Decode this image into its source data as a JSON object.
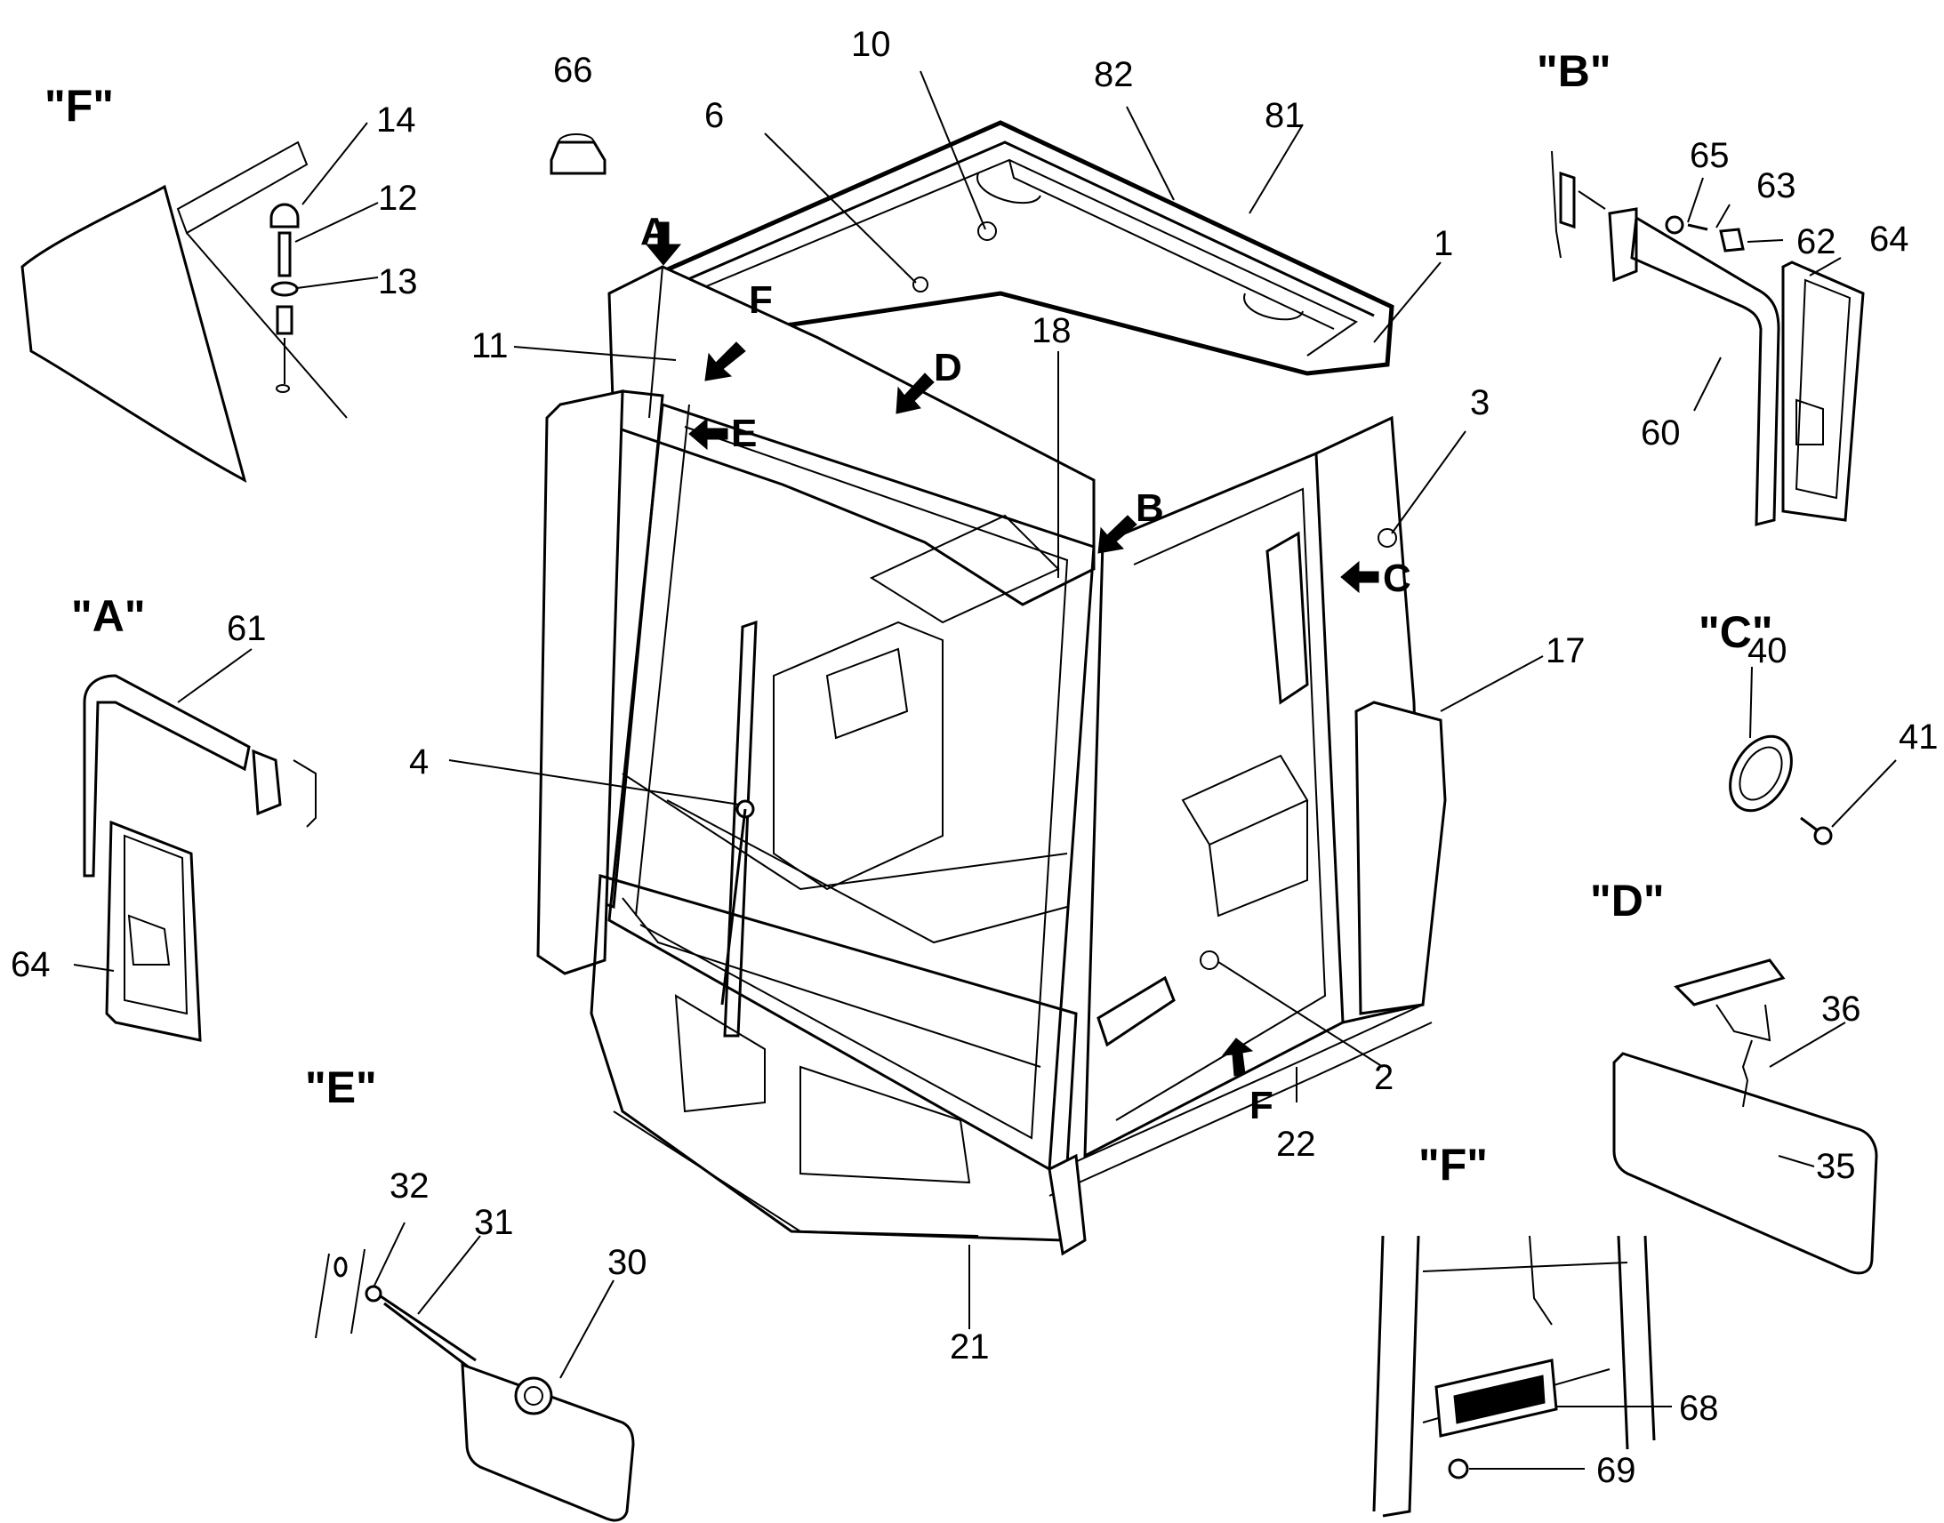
{
  "view_labels": {
    "f_top": "\"F\"",
    "a": "\"A\"",
    "b": "\"B\"",
    "c": "\"C\"",
    "d": "\"D\"",
    "e": "\"E\"",
    "f_bottom": "\"F\""
  },
  "view_refs": {
    "a": "A",
    "b": "B",
    "c": "C",
    "d": "D",
    "e": "E",
    "f_upper": "F",
    "f_lower": "F"
  },
  "parts": {
    "p1": "1",
    "p2": "2",
    "p3": "3",
    "p4": "4",
    "p6": "6",
    "p10": "10",
    "p11": "11",
    "p12": "12",
    "p13": "13",
    "p14": "14",
    "p17": "17",
    "p18": "18",
    "p21": "21",
    "p22": "22",
    "p30": "30",
    "p31": "31",
    "p32": "32",
    "p35": "35",
    "p36": "36",
    "p40": "40",
    "p41": "41",
    "p60": "60",
    "p61": "61",
    "p62": "62",
    "p63": "63",
    "p64a": "64",
    "p64b": "64",
    "p65": "65",
    "p66": "66",
    "p68": "68",
    "p69": "69",
    "p81": "81",
    "p82": "82"
  }
}
